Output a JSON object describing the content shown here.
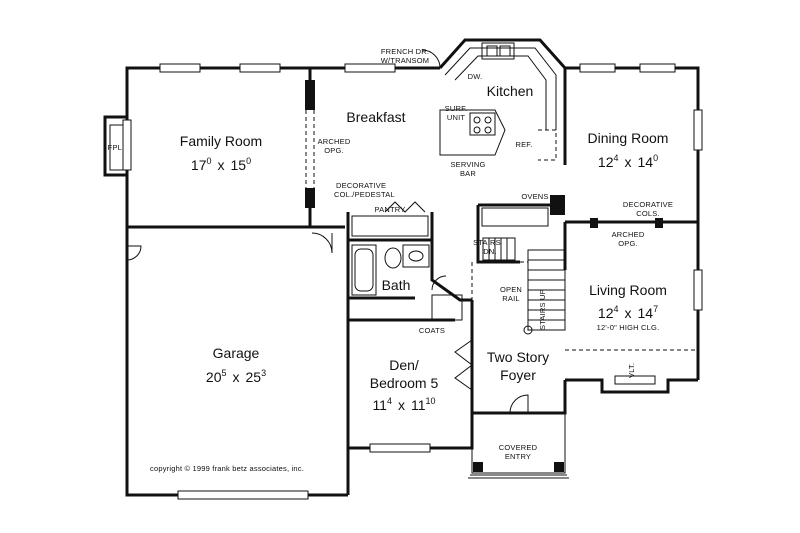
{
  "rooms": {
    "family": {
      "name": "Family Room",
      "w": "17",
      "ws": "0",
      "h": "15",
      "hs": "0"
    },
    "breakfast": {
      "name": "Breakfast"
    },
    "kitchen": {
      "name": "Kitchen"
    },
    "dining": {
      "name": "Dining Room",
      "w": "12",
      "ws": "4",
      "h": "14",
      "hs": "0"
    },
    "living": {
      "name": "Living Room",
      "w": "12",
      "ws": "4",
      "h": "14",
      "hs": "7",
      "note": "12'-0\" HIGH CLG."
    },
    "garage": {
      "name": "Garage",
      "w": "20",
      "ws": "5",
      "h": "25",
      "hs": "3"
    },
    "den": {
      "name1": "Den/",
      "name2": "Bedroom 5",
      "w": "11",
      "ws": "4",
      "h": "11",
      "hs": "10"
    },
    "foyer": {
      "name1": "Two Story",
      "name2": "Foyer"
    },
    "bath": {
      "name": "Bath"
    }
  },
  "dimension_separator": "x",
  "labels": {
    "fpl": "FPL.",
    "french_dr_1": "FRENCH DR.",
    "french_dr_2": "W/TRANSOM",
    "dw": "DW.",
    "surf_unit_1": "SURF.",
    "surf_unit_2": "UNIT",
    "arched_opg_1": "ARCHED",
    "arched_opg_2": "OPG.",
    "ref": "REF.",
    "serving_bar_1": "SERVING",
    "serving_bar_2": "BAR",
    "deco_col_1": "DECORATIVE",
    "deco_col_2": "COL./PEDESTAL",
    "ovens": "OVENS",
    "deco_cols_1": "DECORATIVE",
    "deco_cols_2": "COLS.",
    "arched_opg2_1": "ARCHED",
    "arched_opg2_2": "OPG.",
    "pantry": "PANTRY",
    "stairs_dn_1": "STAIRS",
    "stairs_dn_2": "DN.",
    "open_rail_1": "OPEN",
    "open_rail_2": "RAIL",
    "stairs_up": "STAIRS UP",
    "coats": "COATS",
    "vlt": "VLT.",
    "covered_entry_1": "COVERED",
    "covered_entry_2": "ENTRY",
    "copyright": "copyright © 1999 frank betz associates, inc."
  }
}
